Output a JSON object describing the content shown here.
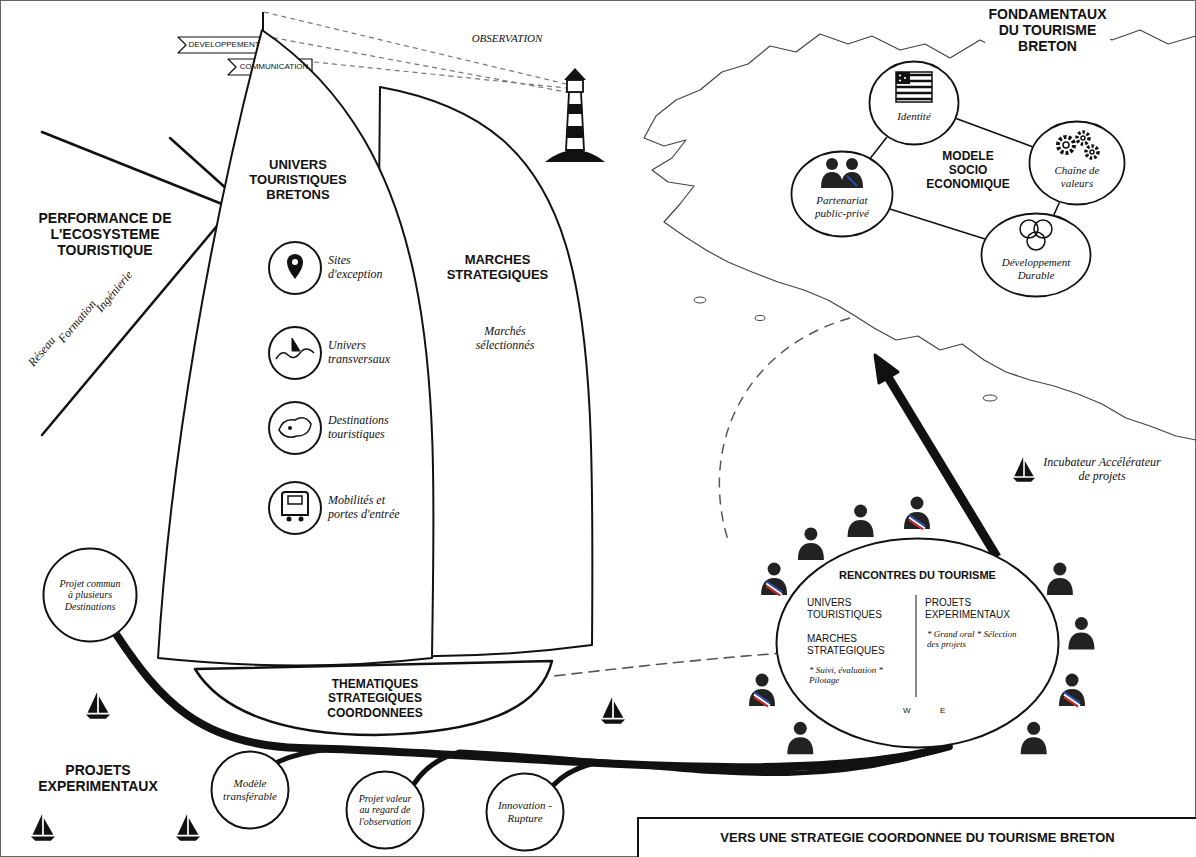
{
  "diagram": {
    "title": "VERS UNE STRATEGIE COORDONNEE DU TOURISME BRETON",
    "nodes": [
      {
        "text": [
          "PERFORMANCE DE L'ECOSYSTEME TOURISTIQUE"
        ]
      },
      {
        "text": [
          "DEVELOPPEMENT"
        ]
      },
      {
        "text": [
          "COMMUNICATION"
        ]
      },
      {
        "text": [
          "UNIVERS TOURISTIQUES BRETONS"
        ]
      },
      {
        "text": [
          "Sites d'exception"
        ],
        "in": 3
      },
      {
        "text": [
          "Univers transversaux"
        ],
        "in": 3
      },
      {
        "text": [
          "Destinations touristiques"
        ],
        "in": 3
      },
      {
        "text": [
          "Mobilités et portes d'entrée"
        ],
        "in": 3
      },
      {
        "text": [
          "MARCHES STRATEGIQUES",
          "Marchés sélectionnés"
        ]
      },
      {
        "text": [
          "THEMATIQUES STRATEGIQUES COORDONNEES"
        ]
      },
      {
        "text": [
          "Identité"
        ]
      },
      {
        "text": [
          "Chaîne de valeurs"
        ]
      },
      {
        "text": [
          "Partenariat public-privé"
        ]
      },
      {
        "text": [
          "Développement Durable"
        ]
      },
      {
        "text": [
          "RENCONTRES DU TOURISME",
          "UNIVERS TOURISTIQUES",
          "MARCHES STRATEGIQUES",
          "* Suivi, évaluation * Pilotage",
          "PROJETS EXPERIMENTAUX",
          "* Grand oral * Sélection des projets"
        ]
      },
      {
        "text": [
          "Projet commun à plusieurs Destinations"
        ]
      },
      {
        "text": [
          "Modèle transférable"
        ]
      },
      {
        "text": [
          "Projet valeur au regard de l'observation"
        ]
      },
      {
        "text": [
          "Innovation - Rupture"
        ]
      }
    ],
    "edges": [
      {
        "from": 10,
        "to": 11,
        "arrow": "none"
      },
      {
        "from": 10,
        "to": 12,
        "arrow": "none"
      },
      {
        "from": 12,
        "to": 13,
        "arrow": "none"
      },
      {
        "from": 11,
        "to": 13,
        "arrow": "none"
      },
      {
        "from": 9,
        "to": 14,
        "arrow": "none"
      },
      {
        "from": 15,
        "to": 14,
        "arrow": "none"
      },
      {
        "from": 16,
        "to": 14,
        "arrow": "none"
      },
      {
        "from": 17,
        "to": 14,
        "arrow": "none"
      },
      {
        "from": 18,
        "to": 14,
        "arrow": "none"
      }
    ],
    "labels": [
      "OBSERVATION",
      "Réseau",
      "Formation",
      "Ingénierie",
      "FONDAMENTAUX DU TOURISME BRETON",
      "MODELE SOCIO ECONOMIQUE",
      "Incubateur Accélérateur de projets",
      "PROJETS EXPERIMENTAUX",
      "W",
      "E"
    ]
  }
}
